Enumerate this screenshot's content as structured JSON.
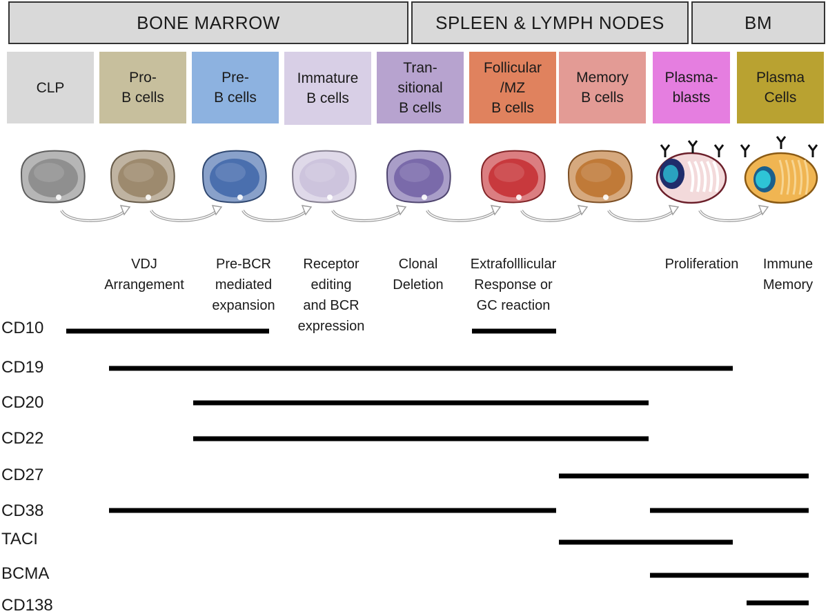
{
  "regions": [
    {
      "label": "BONE MARROW"
    },
    {
      "label": "SPLEEN & LYMPH NODES"
    },
    {
      "label": "BM"
    }
  ],
  "stages": [
    {
      "label": "CLP",
      "color": "#d9d9d9"
    },
    {
      "label": "Pro-\nB cells",
      "color": "#c7bf9d"
    },
    {
      "label": "Pre-\nB cells",
      "color": "#8db2e0"
    },
    {
      "label": "Immature\nB cells",
      "color": "#d8cfe6"
    },
    {
      "label": "Tran-\nsitional\nB cells",
      "color": "#b7a3cf"
    },
    {
      "label": "Follicular\n/MZ\nB cells",
      "color": "#e0825e"
    },
    {
      "label": "Memory\nB cells",
      "color": "#e39b95"
    },
    {
      "label": "Plasma-\nblasts",
      "color": "#e57ee0"
    },
    {
      "label": "Plasma\nCells",
      "color": "#b9a231"
    }
  ],
  "cell_colors": [
    "#8f8f8f",
    "#9d8a6e",
    "#4a6fae",
    "#cdc4dd",
    "#7a6aaa",
    "#c8393d",
    "#c07a38",
    "#f3dadb",
    "#f0b552"
  ],
  "processes": [
    {
      "label": "VDJ\nArrangement"
    },
    {
      "label": "Pre-BCR\nmediated\nexpansion"
    },
    {
      "label": "Receptor\nediting\nand BCR\nexpression"
    },
    {
      "label": "Clonal\nDeletion"
    },
    {
      "label": "Extrafolllicular\nResponse or\nGC reaction"
    },
    {
      "label": "Proliferation"
    },
    {
      "label": "Immune\nMemory"
    }
  ],
  "markers": [
    {
      "name": "CD10",
      "ranges": [
        [
          "CLP",
          "Pre-B cells"
        ],
        [
          "Follicular/MZ B cells",
          "Follicular/MZ B cells"
        ]
      ]
    },
    {
      "name": "CD19",
      "ranges": [
        [
          "Pro-B cells",
          "Plasmablasts"
        ]
      ]
    },
    {
      "name": "CD20",
      "ranges": [
        [
          "Pre-B cells",
          "Memory B cells"
        ]
      ]
    },
    {
      "name": "CD22",
      "ranges": [
        [
          "Pre-B cells",
          "Memory B cells"
        ]
      ]
    },
    {
      "name": "CD27",
      "ranges": [
        [
          "Memory B cells",
          "Plasma Cells"
        ]
      ]
    },
    {
      "name": "CD38",
      "ranges": [
        [
          "Pro-B cells",
          "Follicular/MZ B cells"
        ],
        [
          "Plasmablasts",
          "Plasma Cells"
        ]
      ]
    },
    {
      "name": "TACI",
      "ranges": [
        [
          "Memory B cells",
          "Plasmablasts"
        ]
      ]
    },
    {
      "name": "BCMA",
      "ranges": [
        [
          "Plasmablasts",
          "Plasma Cells"
        ]
      ]
    },
    {
      "name": "CD138",
      "ranges": [
        [
          "Plasma Cells",
          "Plasma Cells"
        ]
      ]
    }
  ]
}
